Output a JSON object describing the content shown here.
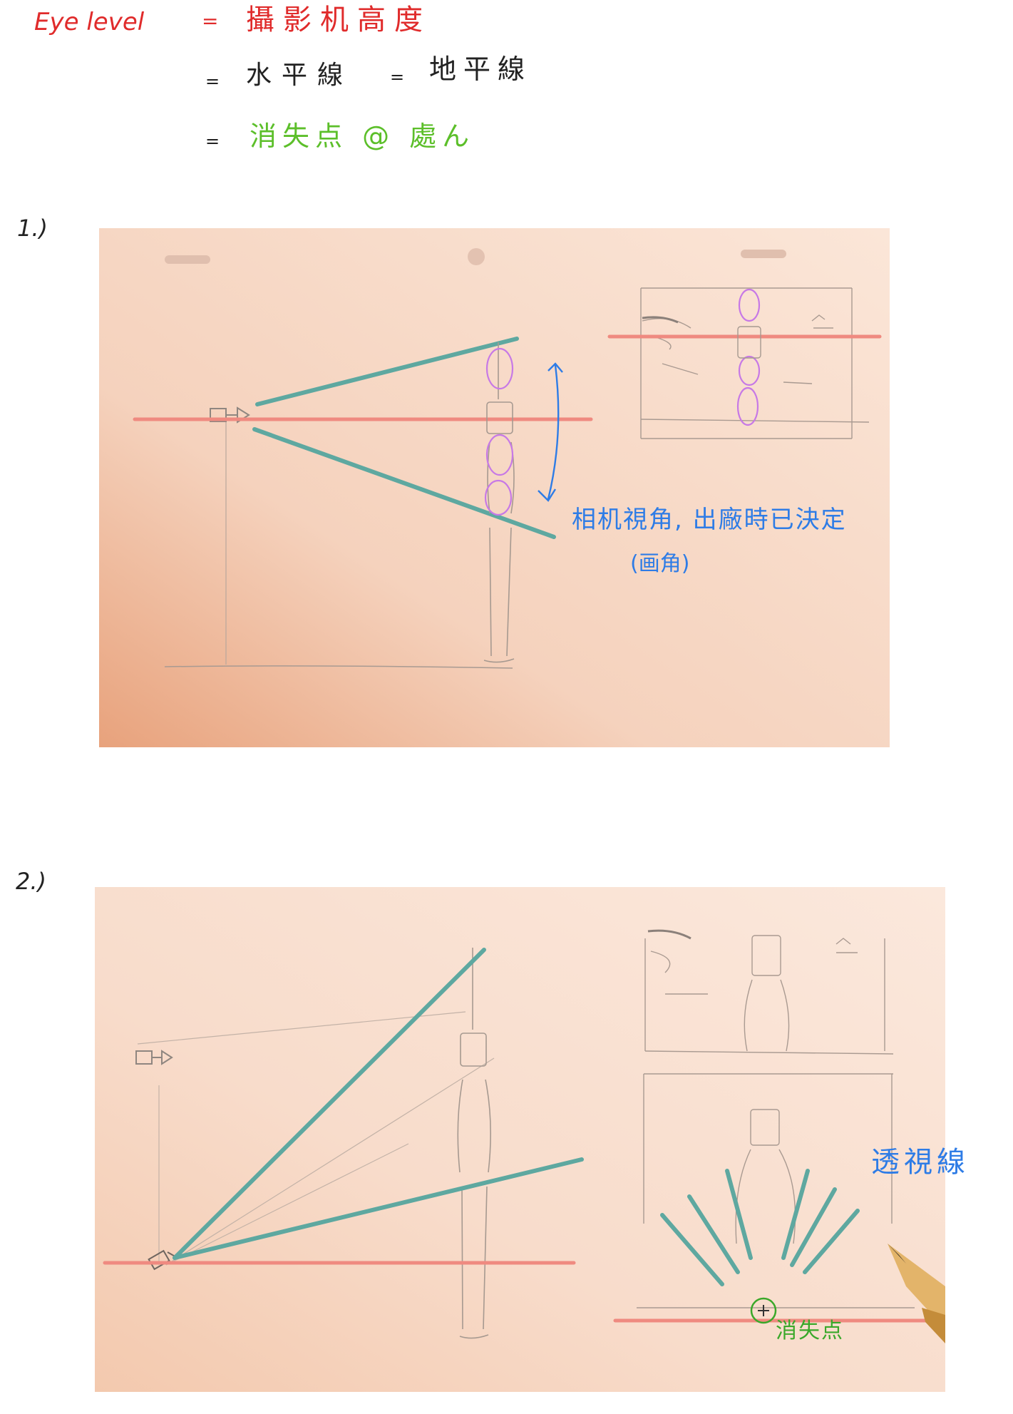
{
  "notes": {
    "line1_left": "Eye level",
    "line1_eq": "=",
    "line1_right": "攝影机高度",
    "line2_eq1": "=",
    "line2_a": "水平線",
    "line2_eq2": "=",
    "line2_b": "地平線",
    "line3_eq": "=",
    "line3_text": "消失点 @ 處ん"
  },
  "section1": {
    "number": "1.)",
    "annotation": "相机視角, 出廠時已決定",
    "annotation_sub": "(画角)"
  },
  "section2": {
    "number": "2.)",
    "label_lines": "透視線",
    "label_vp": "消失点"
  },
  "colors": {
    "horizon": "#ef8a80",
    "view_lines": "#5ea8a0",
    "head_loops": "#c779e6",
    "annotation_blue": "#2e7ce6",
    "vp_green": "#3aa82a",
    "paper": "#f6dccb"
  }
}
